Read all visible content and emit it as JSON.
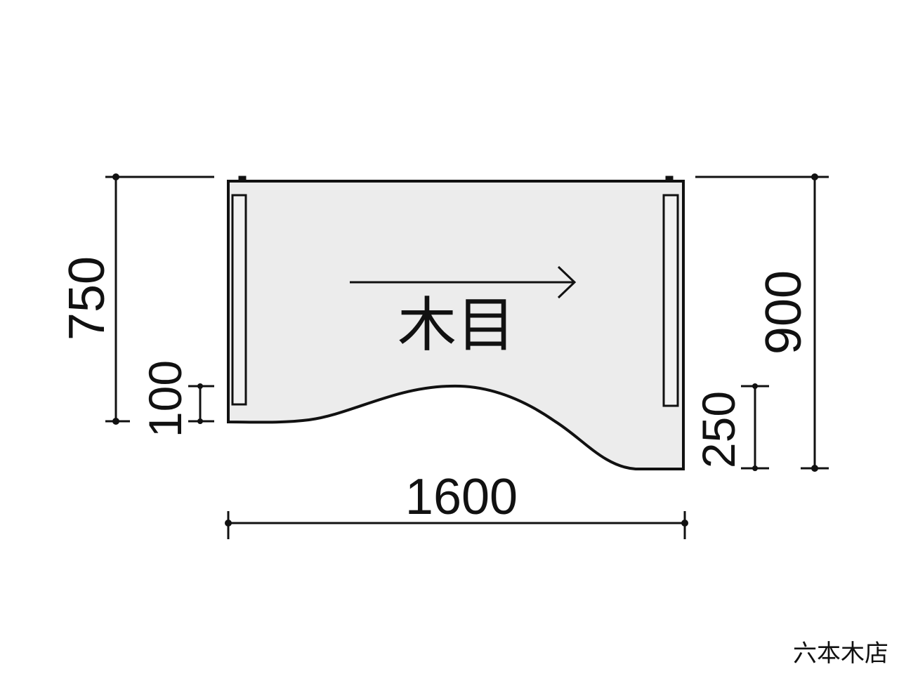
{
  "diagram": {
    "grain_label": "木目",
    "dimensions": {
      "width": "1600",
      "left_depth": "750",
      "right_depth": "900",
      "left_cut": "100",
      "right_cut": "250"
    },
    "store_label": "六本木店",
    "colors": {
      "fill": "#ececec",
      "stroke": "#111111"
    }
  }
}
